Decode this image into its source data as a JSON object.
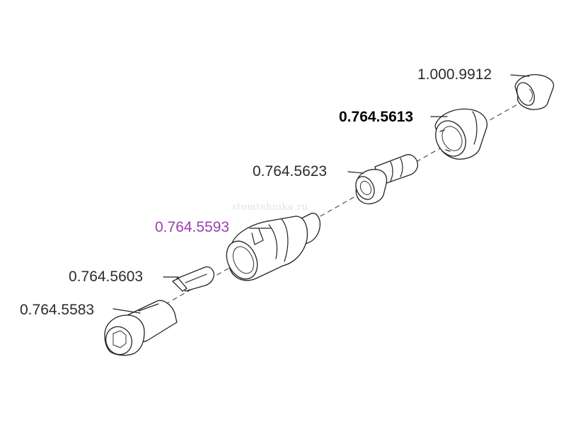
{
  "watermark": "stomtehnika.ru",
  "parts": [
    {
      "id": "ring",
      "number": "1.000.9912",
      "style": "normal"
    },
    {
      "id": "nut",
      "number": "0.764.5613",
      "style": "bold"
    },
    {
      "id": "spindle",
      "number": "0.764.5623",
      "style": "normal"
    },
    {
      "id": "body",
      "number": "0.764.5593",
      "style": "accent"
    },
    {
      "id": "key",
      "number": "0.764.5603",
      "style": "normal"
    },
    {
      "id": "cap",
      "number": "0.764.5583",
      "style": "normal"
    }
  ],
  "colors": {
    "line": "#222222",
    "text": "#2b2b2b",
    "accent": "#9b3fae",
    "watermark": "#e2e2e2"
  }
}
